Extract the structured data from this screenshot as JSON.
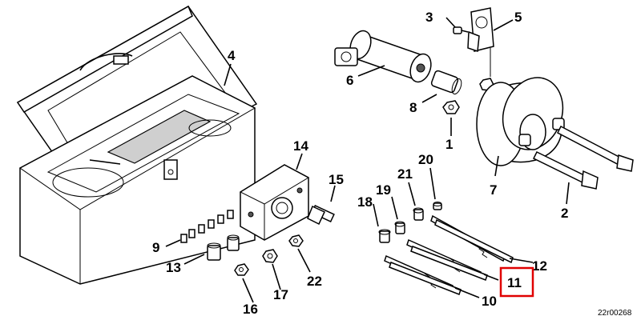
{
  "diagram": {
    "callouts": [
      {
        "id": "1",
        "label": "1"
      },
      {
        "id": "2",
        "label": "2"
      },
      {
        "id": "3",
        "label": "3"
      },
      {
        "id": "4",
        "label": "4"
      },
      {
        "id": "5",
        "label": "5"
      },
      {
        "id": "6",
        "label": "6"
      },
      {
        "id": "7",
        "label": "7"
      },
      {
        "id": "8",
        "label": "8"
      },
      {
        "id": "9",
        "label": "9"
      },
      {
        "id": "10",
        "label": "10"
      },
      {
        "id": "11",
        "label": "11"
      },
      {
        "id": "12",
        "label": "12"
      },
      {
        "id": "13",
        "label": "13"
      },
      {
        "id": "14",
        "label": "14"
      },
      {
        "id": "15",
        "label": "15"
      },
      {
        "id": "16",
        "label": "16"
      },
      {
        "id": "17",
        "label": "17"
      },
      {
        "id": "18",
        "label": "18"
      },
      {
        "id": "19",
        "label": "19"
      },
      {
        "id": "20",
        "label": "20"
      },
      {
        "id": "21",
        "label": "21"
      },
      {
        "id": "22",
        "label": "22"
      }
    ],
    "highlighted_callout": "11",
    "highlight_color": "#e00000",
    "figure_code": "22r00268"
  }
}
